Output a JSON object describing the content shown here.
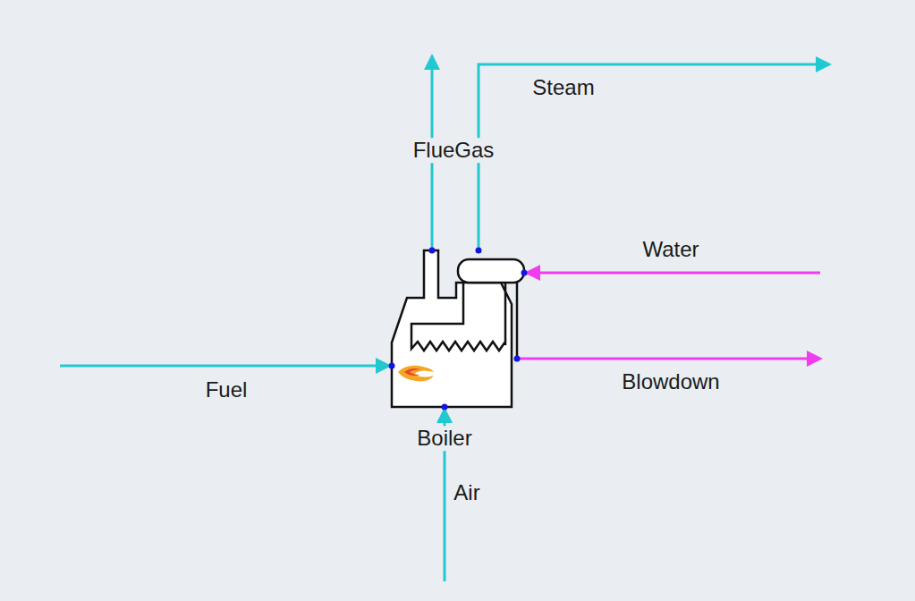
{
  "diagram": {
    "nodes": [
      {
        "text": [
          "Boiler"
        ]
      }
    ],
    "labels": [
      "Steam",
      "FlueGas",
      "Water",
      "Fuel",
      "Blowdown",
      "Air"
    ]
  }
}
